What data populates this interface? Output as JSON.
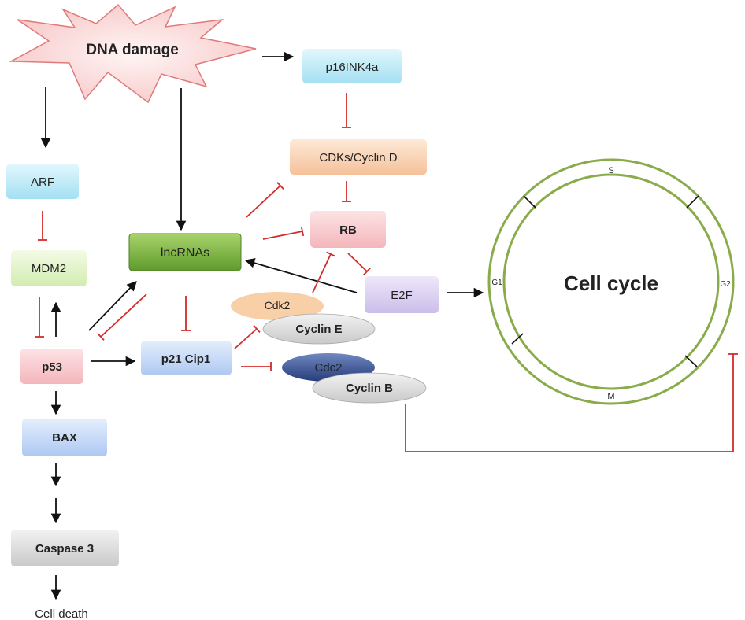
{
  "nodes": {
    "dna_damage": "DNA damage",
    "p16": "p16INK4a",
    "cdks_cyclin_d": "CDKs/Cyclin D",
    "rb": "RB",
    "e2f": "E2F",
    "arf": "ARF",
    "mdm2": "MDM2",
    "p53": "p53",
    "bax": "BAX",
    "caspase3": "Caspase 3",
    "cell_death": "Cell death",
    "lncrnas": "lncRNAs",
    "p21": "p21 Cip1",
    "cdk2": "Cdk2",
    "cyclin_e": "Cyclin E",
    "cdc2": "Cdc2",
    "cyclin_b": "Cyclin B"
  },
  "cell_cycle": {
    "title": "Cell cycle",
    "phase_s": "S",
    "phase_g1": "G1",
    "phase_g2": "G2",
    "phase_m": "M"
  },
  "colors": {
    "activation": "#111111",
    "inhibition": "#d42b2b",
    "cycle_ring": "#8aab4a"
  }
}
